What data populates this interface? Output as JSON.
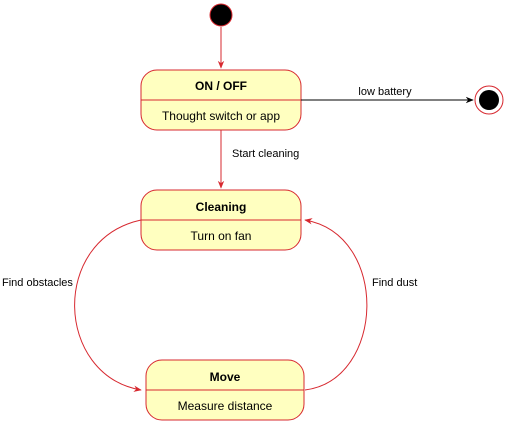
{
  "states": {
    "on_off": {
      "name": "ON / OFF",
      "action": "Thought switch or app"
    },
    "cleaning": {
      "name": "Cleaning",
      "action": "Turn on fan"
    },
    "move": {
      "name": "Move",
      "action": "Measure distance"
    }
  },
  "transitions": {
    "low_battery": "low battery",
    "start_cleaning": "Start cleaning",
    "find_obstacles": "Find obstacles",
    "find_dust": "Find dust"
  },
  "colors": {
    "state_fill": "#ffffc0",
    "state_stroke": "#d7282f",
    "transition_red": "#d7282f",
    "transition_black": "#000000",
    "node_fill": "#000000"
  }
}
